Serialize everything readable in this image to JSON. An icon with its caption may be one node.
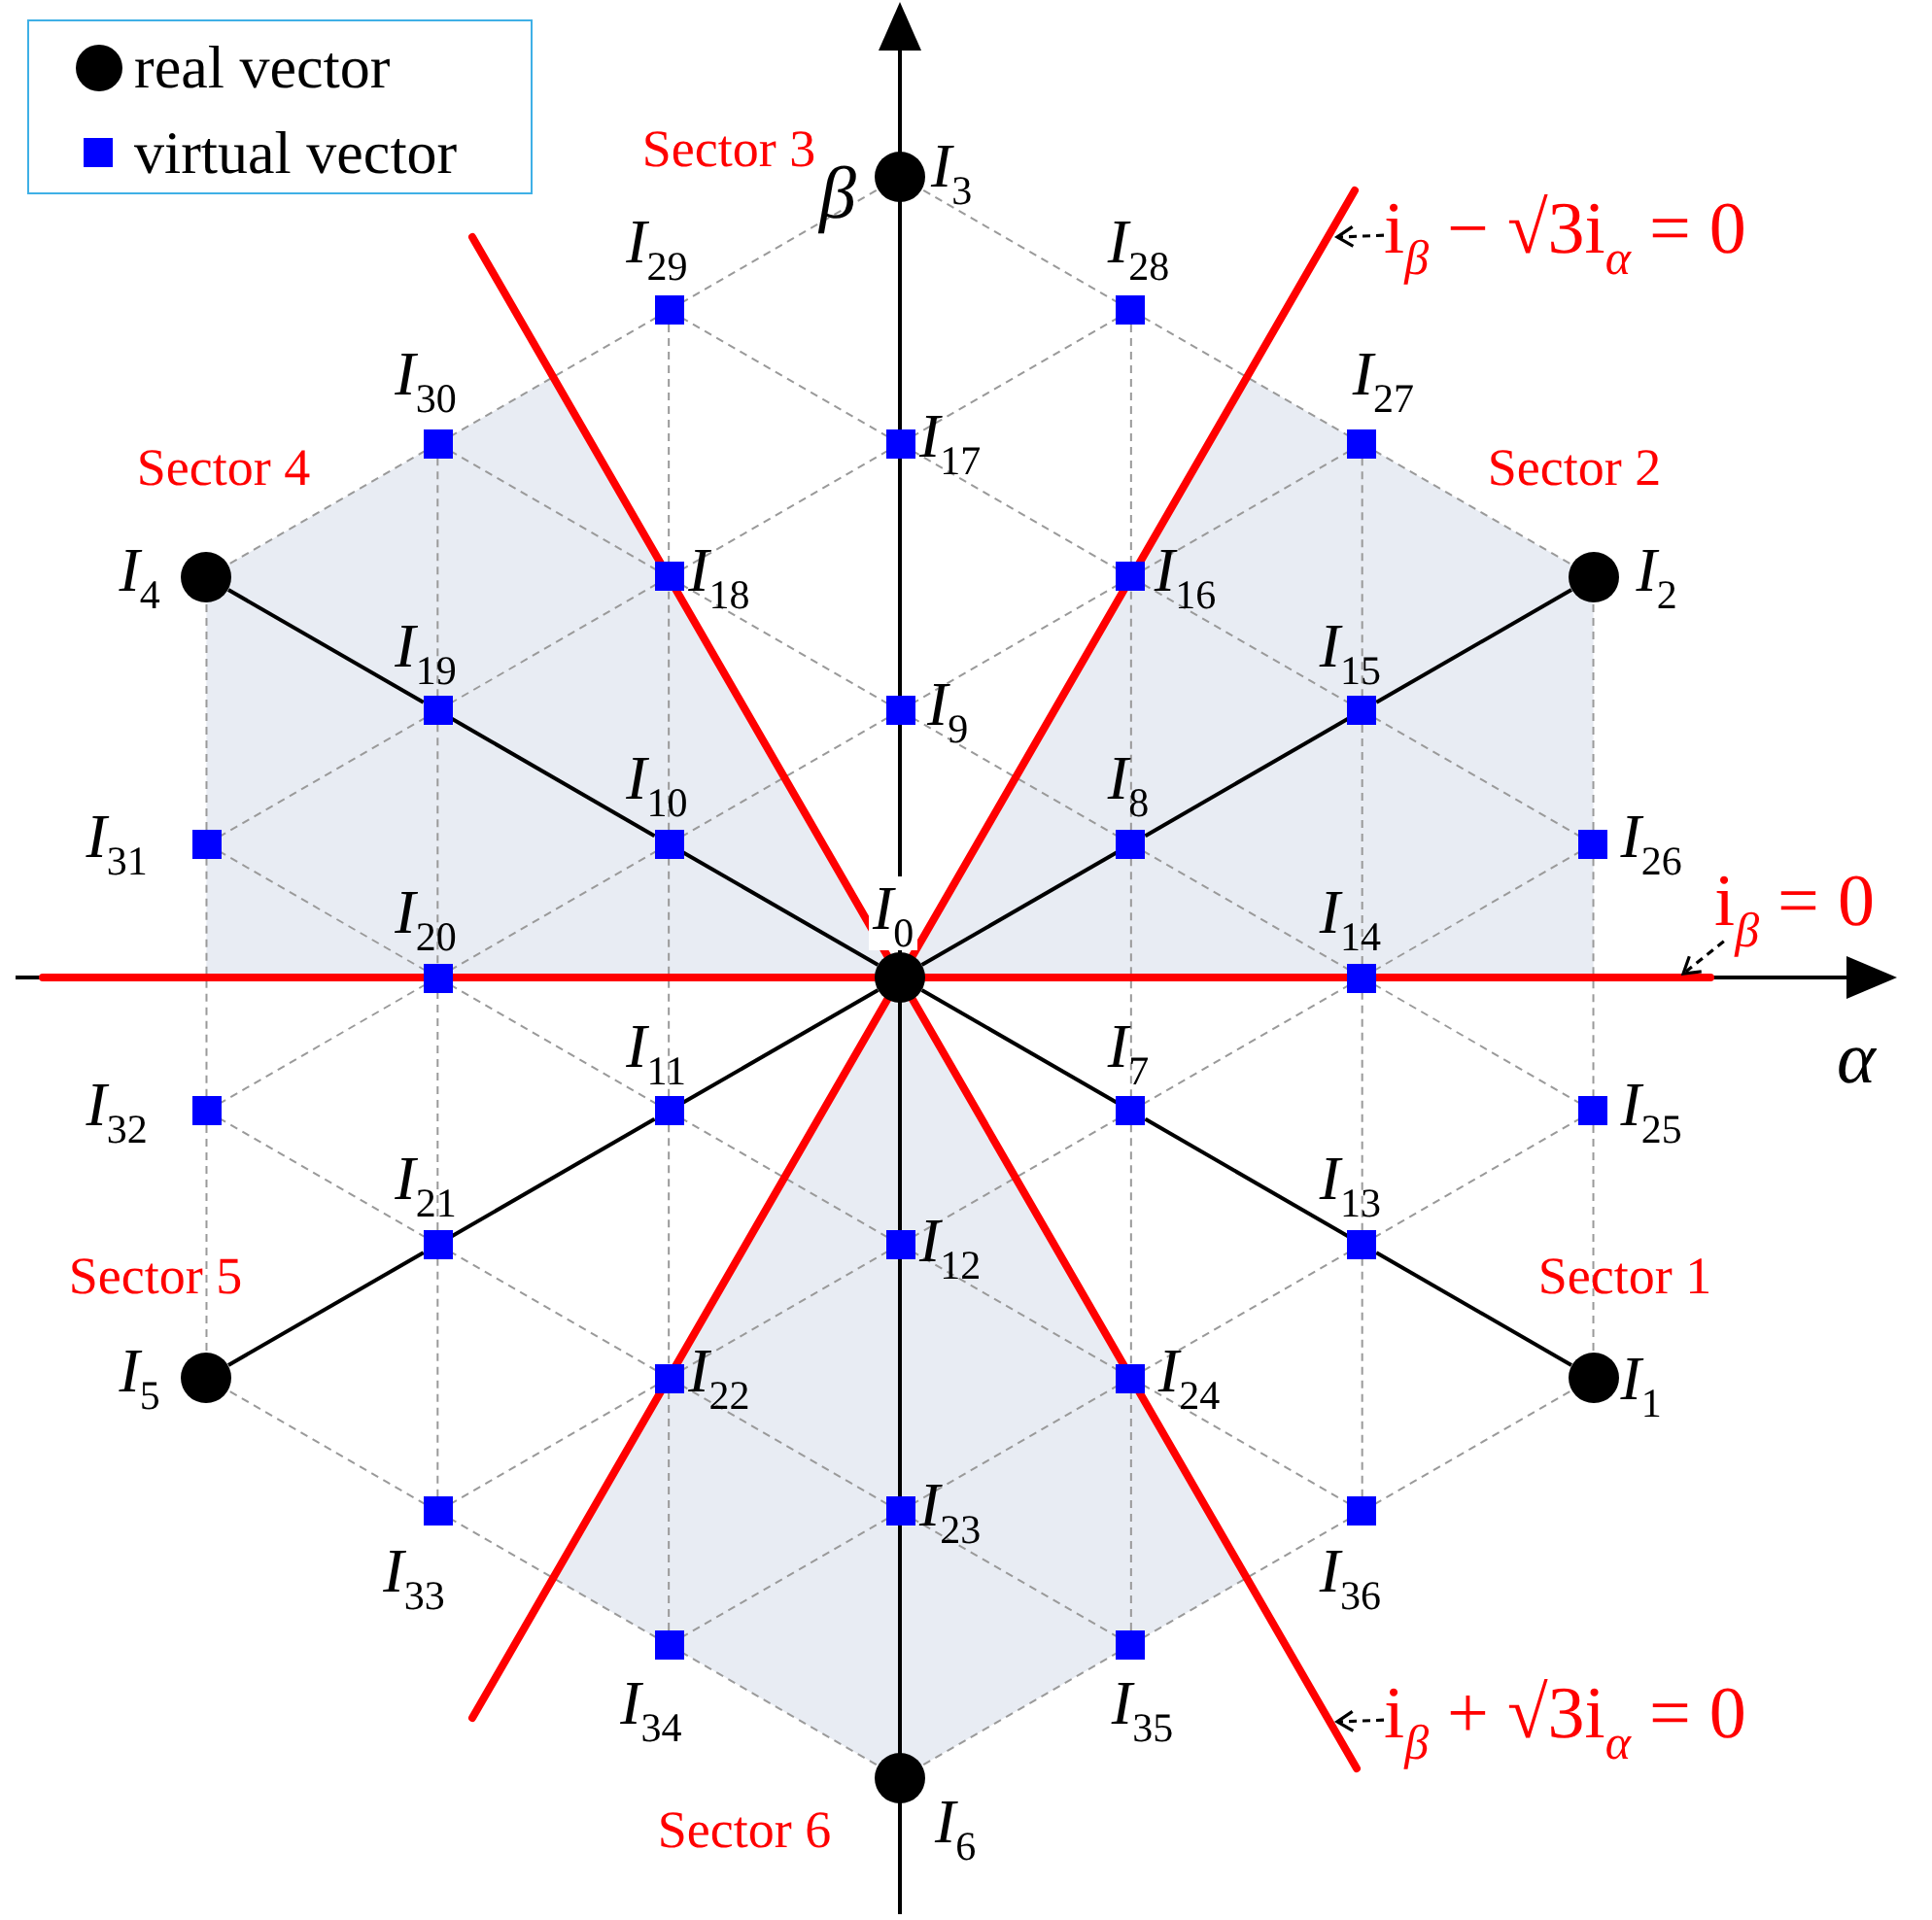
{
  "diagram": {
    "nodes": [
      {
        "text": [],
        "shape": "circle",
        "beside": [
          "I$_{0}$"
        ]
      },
      {
        "text": [],
        "shape": "circle",
        "beside": [
          "I$_{1}$"
        ]
      },
      {
        "text": [],
        "shape": "circle",
        "beside": [
          "I$_{2}$"
        ]
      },
      {
        "text": [],
        "shape": "circle",
        "beside": [
          "I$_{3}$"
        ]
      },
      {
        "text": [],
        "shape": "circle",
        "beside": [
          "I$_{4}$"
        ]
      },
      {
        "text": [],
        "shape": "circle",
        "beside": [
          "I$_{5}$"
        ]
      },
      {
        "text": [],
        "shape": "circle",
        "beside": [
          "I$_{6}$"
        ]
      },
      {
        "text": [],
        "shape": "box",
        "beside": [
          "I$_{7}$"
        ]
      },
      {
        "text": [],
        "shape": "box",
        "beside": [
          "I$_{8}$"
        ]
      },
      {
        "text": [],
        "shape": "box",
        "beside": [
          "I$_{9}$"
        ]
      },
      {
        "text": [],
        "shape": "box",
        "beside": [
          "I$_{10}$"
        ]
      },
      {
        "text": [],
        "shape": "box",
        "beside": [
          "I$_{11}$"
        ]
      },
      {
        "text": [],
        "shape": "box",
        "beside": [
          "I$_{12}$"
        ]
      },
      {
        "text": [],
        "shape": "box",
        "beside": [
          "I$_{13}$"
        ]
      },
      {
        "text": [],
        "shape": "box",
        "beside": [
          "I$_{14}$"
        ]
      },
      {
        "text": [],
        "shape": "box",
        "beside": [
          "I$_{15}$"
        ]
      },
      {
        "text": [],
        "shape": "box",
        "beside": [
          "I$_{16}$"
        ]
      },
      {
        "text": [],
        "shape": "box",
        "beside": [
          "I$_{17}$"
        ]
      },
      {
        "text": [],
        "shape": "box",
        "beside": [
          "I$_{18}$"
        ]
      },
      {
        "text": [],
        "shape": "box",
        "beside": [
          "I$_{19}$"
        ]
      },
      {
        "text": [],
        "shape": "box",
        "beside": [
          "I$_{20}$"
        ]
      },
      {
        "text": [],
        "shape": "box",
        "beside": [
          "I$_{21}$"
        ]
      },
      {
        "text": [],
        "shape": "box",
        "beside": [
          "I$_{22}$"
        ]
      },
      {
        "text": [],
        "shape": "box",
        "beside": [
          "I$_{23}$"
        ]
      },
      {
        "text": [],
        "shape": "box",
        "beside": [
          "I$_{24}$"
        ]
      },
      {
        "text": [],
        "shape": "box",
        "beside": [
          "I$_{25}$"
        ]
      },
      {
        "text": [],
        "shape": "box",
        "beside": [
          "I$_{26}$"
        ]
      },
      {
        "text": [],
        "shape": "box",
        "beside": [
          "I$_{27}$"
        ]
      },
      {
        "text": [],
        "shape": "box",
        "beside": [
          "I$_{28}$"
        ]
      },
      {
        "text": [],
        "shape": "box",
        "beside": [
          "I$_{29}$"
        ]
      },
      {
        "text": [],
        "shape": "box",
        "beside": [
          "I$_{30}$"
        ]
      },
      {
        "text": [],
        "shape": "box",
        "beside": [
          "I$_{31}$"
        ]
      },
      {
        "text": [],
        "shape": "box",
        "beside": [
          "I$_{32}$"
        ]
      },
      {
        "text": [],
        "shape": "box",
        "beside": [
          "I$_{33}$"
        ]
      },
      {
        "text": [],
        "shape": "box",
        "beside": [
          "I$_{34}$"
        ]
      },
      {
        "text": [],
        "shape": "box",
        "beside": [
          "I$_{35}$"
        ]
      },
      {
        "text": [],
        "shape": "box",
        "beside": [
          "I$_{36}$"
        ]
      },
      {
        "text": [
          "i$_{β}$ − √3i$_{α}$ = 0"
        ]
      },
      {
        "text": [
          "i$_{β}$ = 0"
        ]
      },
      {
        "text": [
          "i$_{β}$ + √3i$_{α}$ = 0"
        ]
      }
    ],
    "edges": [
      {
        "from": 4,
        "to": 19,
        "arrow": "none"
      },
      {
        "from": 19,
        "to": 10,
        "arrow": "none"
      },
      {
        "from": 10,
        "to": 0,
        "arrow": "none"
      },
      {
        "from": 0,
        "to": 7,
        "arrow": "none"
      },
      {
        "from": 7,
        "to": 13,
        "arrow": "none"
      },
      {
        "from": 13,
        "to": 1,
        "arrow": "none"
      },
      {
        "from": 5,
        "to": 21,
        "arrow": "none"
      },
      {
        "from": 21,
        "to": 11,
        "arrow": "none"
      },
      {
        "from": 11,
        "to": 0,
        "arrow": "none"
      },
      {
        "from": 0,
        "to": 8,
        "arrow": "none"
      },
      {
        "from": 8,
        "to": 15,
        "arrow": "none"
      },
      {
        "from": 15,
        "to": 2,
        "arrow": "none"
      },
      {
        "from": 37,
        "to": null,
        "arrow": "to",
        "style": "dashed"
      },
      {
        "from": 38,
        "to": null,
        "arrow": "to",
        "style": "dashed"
      },
      {
        "from": 39,
        "to": null,
        "arrow": "to",
        "style": "dashed"
      }
    ],
    "labels": [
      "Sector 3",
      "β",
      "Sector 4",
      "Sector 2",
      "α",
      "Sector 5",
      "Sector 1",
      "Sector 6"
    ],
    "legend": [
      {
        "text": "real vector",
        "color": "#000000"
      },
      {
        "text": "virtual vector",
        "color": "#0000ff"
      }
    ]
  }
}
